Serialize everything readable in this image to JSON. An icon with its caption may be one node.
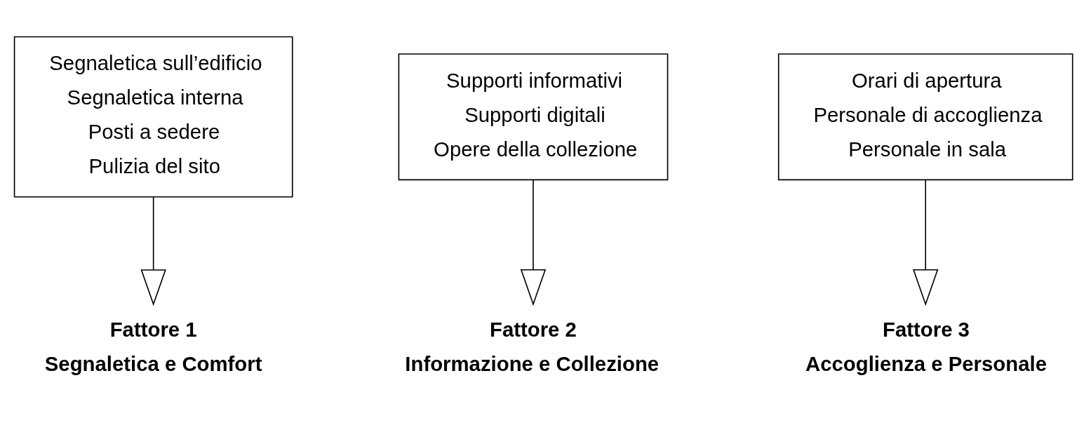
{
  "diagram": {
    "nodes": [
      {
        "text": [
          "Segnaletica sull’edificio",
          "Segnaletica interna",
          "Posti a sedere",
          "Pulizia del sito"
        ]
      },
      {
        "text": [
          "Supporti informativi",
          "Supporti digitali",
          "Opere della collezione"
        ]
      },
      {
        "text": [
          "Orari di apertura",
          "Personale di accoglienza",
          "Personale in sala"
        ]
      },
      {
        "text": [
          "Fattore 1",
          "Segnaletica e Comfort"
        ]
      },
      {
        "text": [
          "Fattore 2",
          "Informazione e Collezione"
        ]
      },
      {
        "text": [
          "Fattore 3",
          "Accoglienza e Personale"
        ]
      }
    ],
    "edges": [
      {
        "from": 0,
        "to": 3,
        "arrow": "to"
      },
      {
        "from": 1,
        "to": 4,
        "arrow": "to"
      },
      {
        "from": 2,
        "to": 5,
        "arrow": "to"
      }
    ]
  }
}
